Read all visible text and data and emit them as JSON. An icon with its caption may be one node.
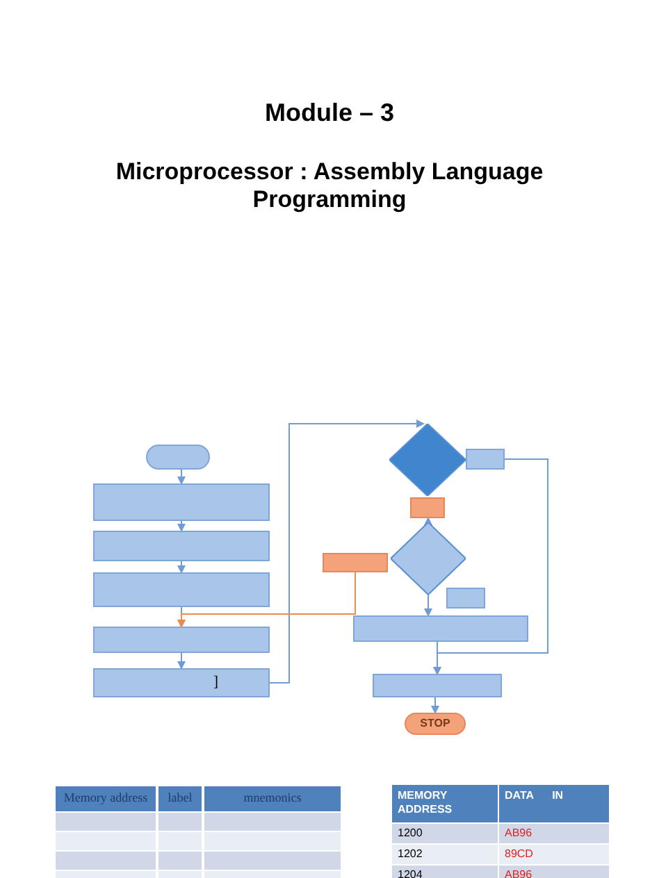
{
  "diagram": {
    "title": "Module – 3",
    "nodes": [
      {
        "text": [],
        "shape": "rounded"
      },
      {
        "text": [],
        "shape": "box"
      },
      {
        "text": [],
        "shape": "box"
      },
      {
        "text": [],
        "shape": "box"
      },
      {
        "text": [],
        "shape": "box"
      },
      {
        "text": [
          "]"
        ]
      },
      {
        "text": [],
        "shape": "diamond"
      },
      {
        "text": [],
        "shape": "box"
      },
      {
        "text": [],
        "shape": "box"
      },
      {
        "text": [],
        "shape": "diamond"
      },
      {
        "text": [],
        "shape": "box"
      },
      {
        "text": [],
        "shape": "box"
      },
      {
        "text": [],
        "shape": "box"
      },
      {
        "text": [],
        "shape": "box"
      },
      {
        "text": [
          "STOP"
        ]
      }
    ],
    "edges": [
      {
        "from": 0,
        "to": 1,
        "arrow": "to"
      },
      {
        "from": 1,
        "to": 2,
        "arrow": "to"
      },
      {
        "from": 2,
        "to": 3,
        "arrow": "to"
      },
      {
        "from": 3,
        "to": 4,
        "arrow": "to"
      },
      {
        "from": 4,
        "to": 5,
        "arrow": "to"
      },
      {
        "from": 5,
        "to": 6,
        "arrow": "to"
      },
      {
        "from": 9,
        "to": 8,
        "arrow": "to"
      },
      {
        "from": 10,
        "to": 4,
        "arrow": "to",
        "color": "#f08a4b"
      },
      {
        "from": 9,
        "to": 12,
        "arrow": "to"
      },
      {
        "from": 7,
        "to": 13,
        "arrow": "to"
      },
      {
        "from": 12,
        "to": 13,
        "arrow": "to"
      },
      {
        "from": 13,
        "to": 14,
        "arrow": "to"
      }
    ],
    "labels": [
      "Microprocessor : Assembly Language Programming",
      "Memory address",
      "label",
      "mnemonics",
      "MEMORY ADDRESS",
      "DATA      IN",
      "1200",
      "AB96",
      "1202",
      "89CD",
      "1204",
      "AB96"
    ]
  }
}
